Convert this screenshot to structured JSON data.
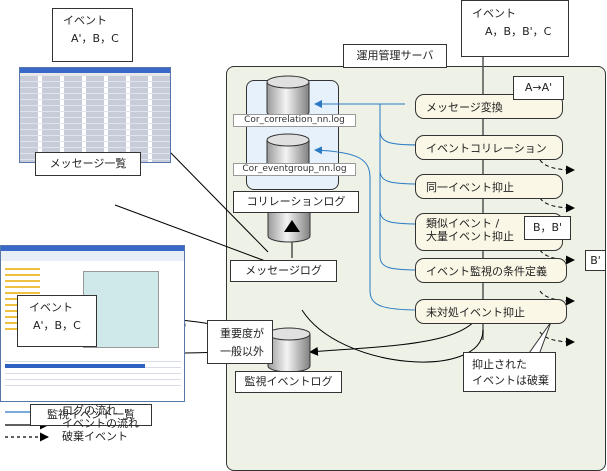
{
  "top_event": {
    "line1": "イベント",
    "line2": "A，B，B'，C"
  },
  "server": {
    "title": "運用管理サーバ"
  },
  "correlation_log": {
    "label": "コリレーションログ",
    "files": [
      "Cor_correlation_nn.log",
      "Cor_eventgroup_nn.log"
    ]
  },
  "message_log": {
    "label": "メッセージログ"
  },
  "monitor_event_log": {
    "label": "監視イベントログ"
  },
  "processes": [
    {
      "label": "メッセージ変換"
    },
    {
      "label": "イベントコリレーション"
    },
    {
      "label": "同一イベント抑止"
    },
    {
      "label1": "類似イベント /",
      "label2": "大量イベント抑止"
    },
    {
      "label": "イベント監視の条件定義"
    },
    {
      "label": "未対処イベント抑止"
    }
  ],
  "callouts": {
    "conversion": "A→A'",
    "similar": "B，B'",
    "discarded_b": "B'",
    "severity_line1": "重要度が",
    "severity_line2": "一般以外",
    "suppressed_line1": "抑止された",
    "suppressed_line2": "イベントは破棄",
    "msg_list_event_line1": "イベント",
    "msg_list_event_line2": "A'，B，C",
    "mon_list_event_line1": "イベント",
    "mon_list_event_line2": "A'，B，C"
  },
  "screens": {
    "message_list": {
      "label": "メッセージ一覧"
    },
    "monitor_event_list": {
      "label": "監視イベント一覧"
    }
  },
  "legend": [
    {
      "label": "ログの流れ",
      "style": "log",
      "color": "#2a7bc4"
    },
    {
      "label": "イベントの流れ",
      "style": "event",
      "color": "#000000"
    },
    {
      "label": "破棄イベント",
      "style": "discard",
      "color": "#000000"
    }
  ],
  "colors": {
    "server_bg": "#edf1e6",
    "correlation_bg": "#e6f1fb",
    "process_bg": "#fbf7e6",
    "log_flow": "#2a7bc4"
  }
}
